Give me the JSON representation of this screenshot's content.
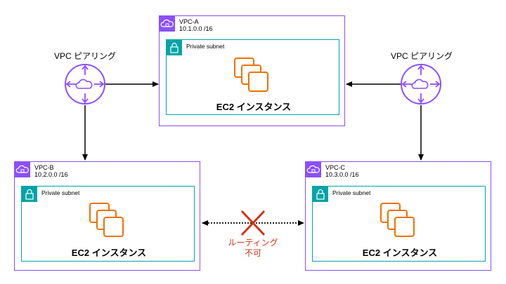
{
  "vpcs": {
    "a": {
      "name": "VPC-A",
      "cidr": "10.1.0.0 /16",
      "subnet": "Private subnet",
      "instance": "EC2 インスタンス"
    },
    "b": {
      "name": "VPC-B",
      "cidr": "10.2.0.0 /16",
      "subnet": "Private subnet",
      "instance": "EC2 インスタンス"
    },
    "c": {
      "name": "VPC-C",
      "cidr": "10.3.0.0 /16",
      "subnet": "Private subnet",
      "instance": "EC2 インスタンス"
    }
  },
  "peering": {
    "left_label": "VPC ピアリング",
    "right_label": "VPC ピアリング"
  },
  "routing": {
    "line1": "ルーティング",
    "line2": "不可"
  },
  "colors": {
    "vpc_border": "#8c4fff",
    "subnet_border": "#00a4a6",
    "ec2": "#ed7100",
    "blocked": "#d13212"
  },
  "icons": {
    "vpc": "cloud-lock-icon",
    "subnet": "padlock-icon",
    "ec2": "ec2-instances-icon",
    "peering": "peering-router-icon",
    "blocked": "cross-icon"
  }
}
